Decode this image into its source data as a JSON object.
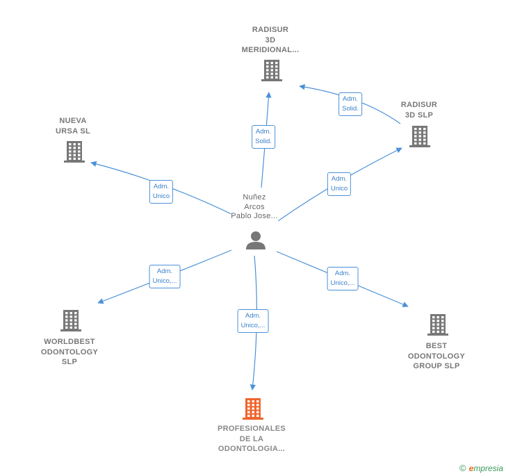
{
  "colors": {
    "edge": "#4a90d9",
    "company": "#777777",
    "company_main": "#f0642c",
    "person": "#777777"
  },
  "person": {
    "lines": [
      "Nuñez",
      "Arcos",
      "Pablo Jose..."
    ],
    "icon": "person-icon"
  },
  "companies": [
    {
      "id": "radisur-3d-meridional",
      "lines": [
        "RADISUR",
        "3D",
        "MERIDIONAL..."
      ],
      "icon": "building-icon"
    },
    {
      "id": "radisur-3d-slp",
      "lines": [
        "RADISUR",
        "3D SLP"
      ],
      "icon": "building-icon"
    },
    {
      "id": "nueva-ursa-sl",
      "lines": [
        "NUEVA",
        "URSA SL"
      ],
      "icon": "building-icon"
    },
    {
      "id": "worldbest-odontology-slp",
      "lines": [
        "WORLDBEST",
        "ODONTOLOGY",
        "SLP"
      ],
      "icon": "building-icon"
    },
    {
      "id": "best-odontology-group-slp",
      "lines": [
        "BEST",
        "ODONTOLOGY",
        "GROUP  SLP"
      ],
      "icon": "building-icon"
    },
    {
      "id": "profesionales-de-la-odontologia",
      "lines": [
        "PROFESIONALES",
        "DE LA",
        "ODONTOLOGIA..."
      ],
      "icon": "building-icon",
      "highlight": true
    }
  ],
  "edges": [
    {
      "from": "person",
      "to": "radisur-3d-meridional",
      "label": [
        "Adm.",
        "Solid."
      ]
    },
    {
      "from": "radisur-3d-slp",
      "to": "radisur-3d-meridional",
      "label": [
        "Adm.",
        "Solid."
      ]
    },
    {
      "from": "person",
      "to": "radisur-3d-slp",
      "label": [
        "Adm.",
        "Unico"
      ]
    },
    {
      "from": "person",
      "to": "nueva-ursa-sl",
      "label": [
        "Adm.",
        "Unico"
      ]
    },
    {
      "from": "person",
      "to": "worldbest-odontology-slp",
      "label": [
        "Adm.",
        "Unico,..."
      ]
    },
    {
      "from": "person",
      "to": "profesionales-de-la-odontologia",
      "label": [
        "Adm.",
        "Unico,..."
      ]
    },
    {
      "from": "person",
      "to": "best-odontology-group-slp",
      "label": [
        "Adm.",
        "Unico,..."
      ]
    }
  ],
  "brand": {
    "copyright_symbol": "©",
    "name_first": "e",
    "name_rest": "mpresia"
  }
}
